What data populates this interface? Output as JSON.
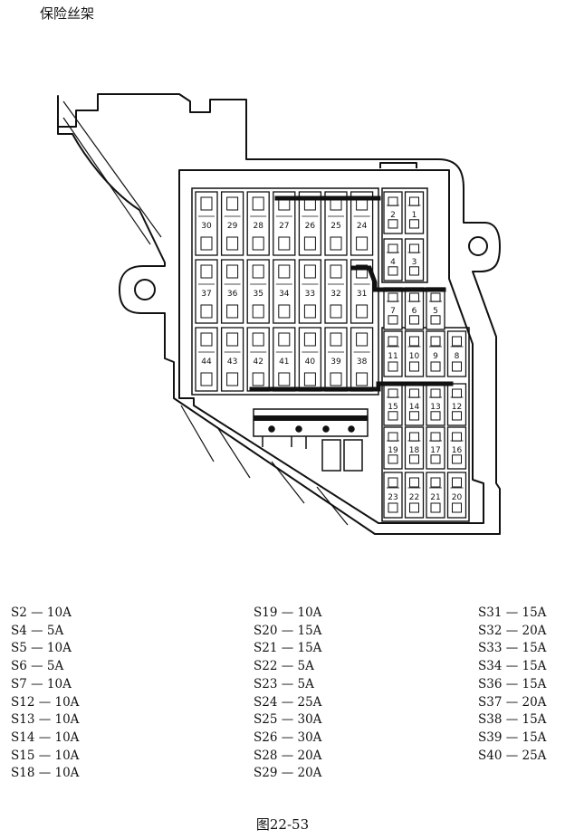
{
  "title": "保险丝架",
  "caption": "图22-53",
  "fuse_grid_rows": [
    [
      "30",
      "29",
      "28",
      "27",
      "26",
      "25",
      "24"
    ],
    [
      "37",
      "36",
      "35",
      "34",
      "33",
      "32",
      "31"
    ],
    [
      "44",
      "43",
      "42",
      "41",
      "40",
      "39",
      "38"
    ]
  ],
  "right_block_rows": [
    [
      "2",
      "1"
    ],
    [
      "4",
      "3"
    ],
    [
      "7",
      "6",
      "5"
    ],
    [
      "11",
      "10",
      "9",
      "8"
    ],
    [
      "15",
      "14",
      "13",
      "12"
    ],
    [
      "19",
      "18",
      "17",
      "16"
    ],
    [
      "23",
      "22",
      "21",
      "20"
    ]
  ],
  "ratings": [
    [
      "S2 — 10A",
      "S4 —  5A",
      "S5 — 10A",
      "S6 —  5A",
      "S7 — 10A",
      "S12 — 10A",
      "S13 — 10A",
      "S14 — 10A",
      "S15 — 10A",
      "S18 — 10A"
    ],
    [
      "S19 — 10A",
      "S20 — 15A",
      "S21 — 15A",
      "S22 —  5A",
      "S23 —  5A",
      "S24 — 25A",
      "S25 — 30A",
      "S26 — 30A",
      "S28 — 20A",
      "S29 — 20A"
    ],
    [
      "S31 — 15A",
      "S32 — 20A",
      "S33 — 15A",
      "S34 — 15A",
      "S36 — 15A",
      "S37 — 20A",
      "S38 — 15A",
      "S39 — 15A",
      "S40 — 25A"
    ]
  ]
}
